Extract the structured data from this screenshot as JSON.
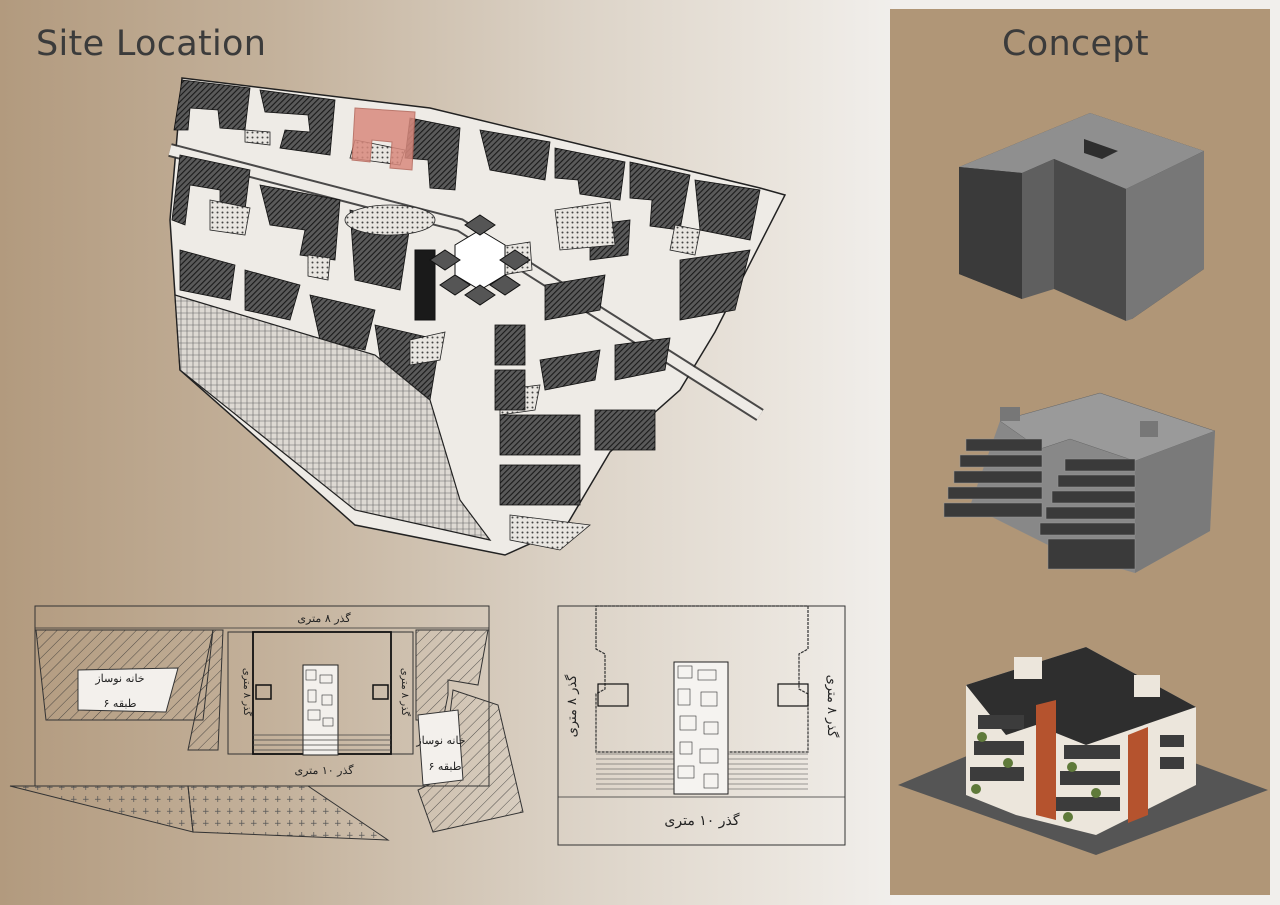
{
  "headings": {
    "site_location": "Site Location",
    "concept": "Concept"
  },
  "plan_left": {
    "road_top": "گذر ۸ متری",
    "road_left": "گذر ۸ متری",
    "road_right": "گذر ۸ متری",
    "road_bottom": "گذر ۱۰ متری",
    "neighbor_left_name": "خانه نوساز",
    "neighbor_left_floors": "۶ طبقه",
    "neighbor_right_name": "خانه نوساز",
    "neighbor_right_floors": "۶ طبقه"
  },
  "plan_right": {
    "road_left": "گذر ۸ متری",
    "road_right": "گذر ۸ متری",
    "road_bottom": "گذر ۱۰ متری"
  },
  "colors": {
    "panel": "#b09677",
    "site_highlight": "#d98a7e",
    "hatch": "#2c2c2c",
    "massing_top": "#8e8e8e",
    "massing_side": "#3c3c3c"
  },
  "concept_stages": [
    {
      "icon": "u-shaped-block-massing-icon"
    },
    {
      "icon": "terraced-block-massing-icon"
    },
    {
      "icon": "rendered-building-icon"
    }
  ]
}
